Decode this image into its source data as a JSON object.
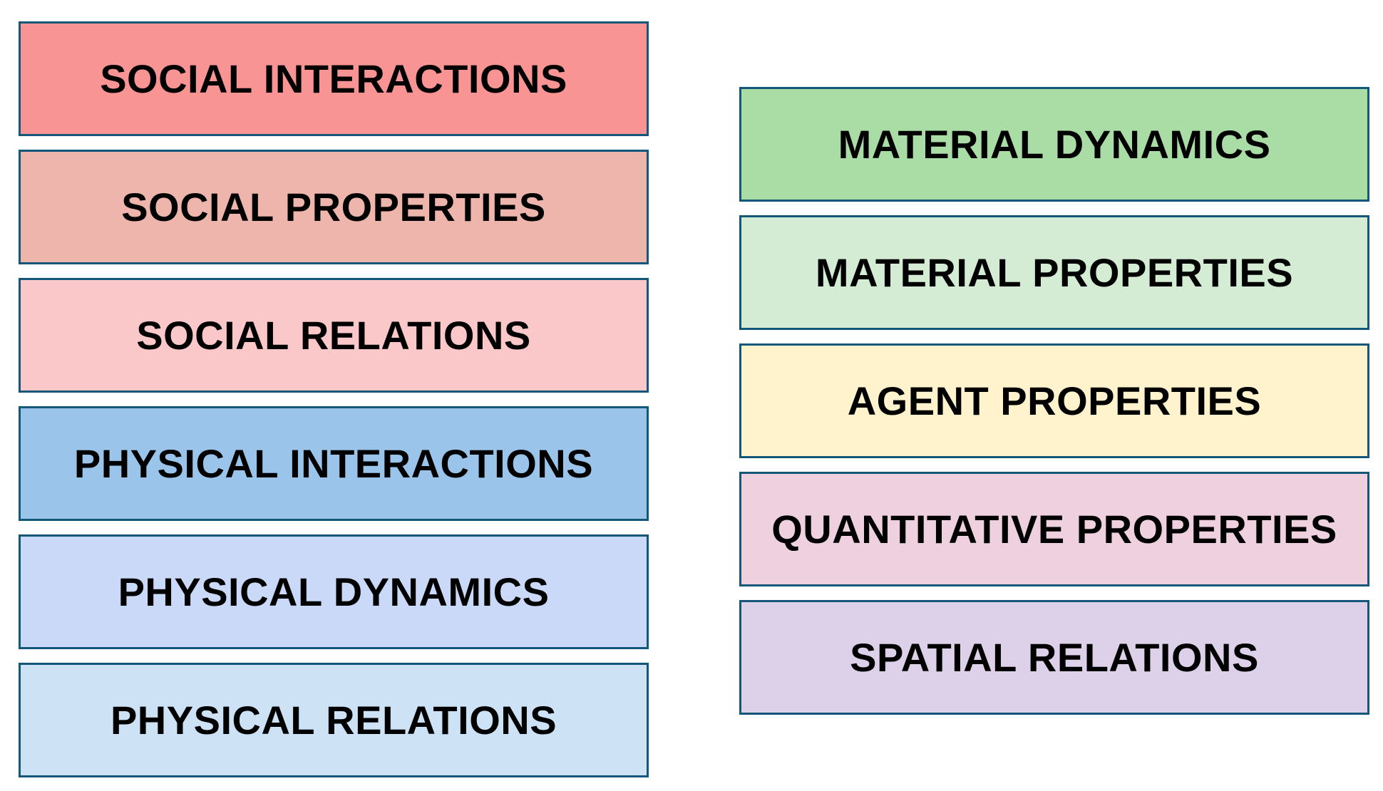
{
  "left_column": [
    {
      "label": "SOCIAL INTERACTIONS",
      "color": "#f99495"
    },
    {
      "label": "SOCIAL PROPERTIES",
      "color": "#eeb5ad"
    },
    {
      "label": "SOCIAL RELATIONS",
      "color": "#fbc8ca"
    },
    {
      "label": "PHYSICAL INTERACTIONS",
      "color": "#9bc4ea"
    },
    {
      "label": "PHYSICAL DYNAMICS",
      "color": "#c9d9f7"
    },
    {
      "label": "PHYSICAL RELATIONS",
      "color": "#cde2f5"
    }
  ],
  "right_column": [
    {
      "label": "MATERIAL DYNAMICS",
      "color": "#aadca6"
    },
    {
      "label": "MATERIAL PROPERTIES",
      "color": "#d4ecd4"
    },
    {
      "label": "AGENT PROPERTIES",
      "color": "#fef3cd"
    },
    {
      "label": "QUANTITATIVE PROPERTIES",
      "color": "#eed0df"
    },
    {
      "label": "SPATIAL RELATIONS",
      "color": "#dcd1e8"
    }
  ],
  "border_color": "#13587a"
}
